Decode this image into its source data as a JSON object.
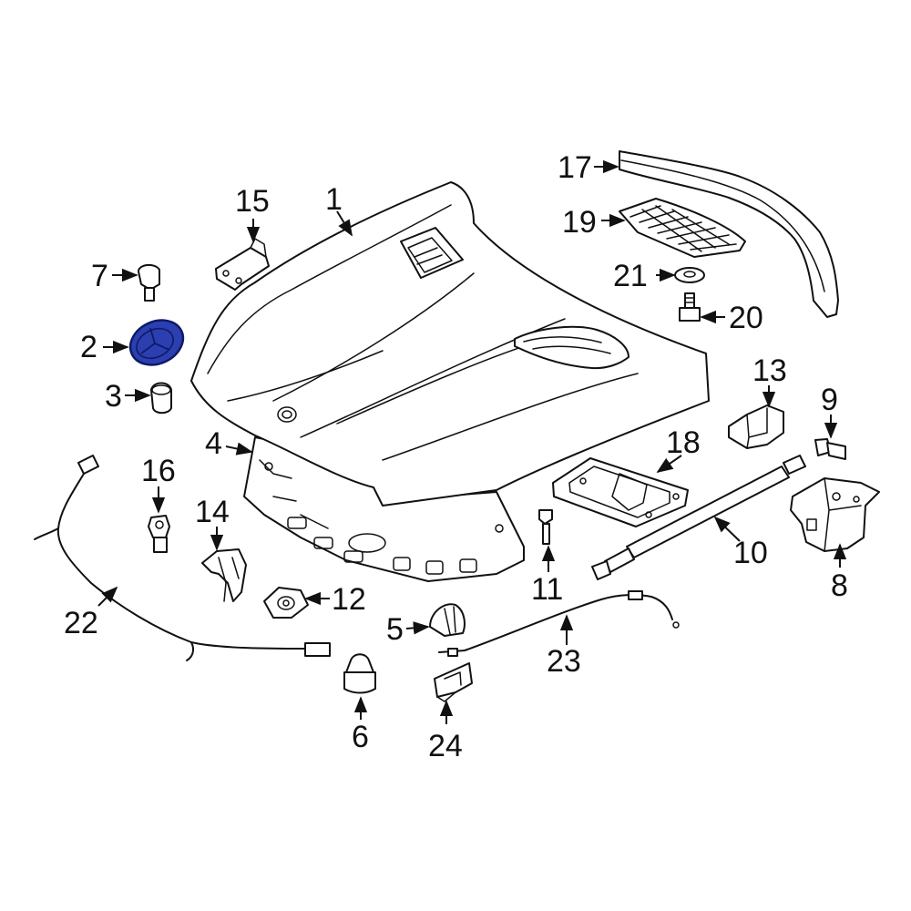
{
  "colors": {
    "line": "#111111",
    "background": "#ffffff",
    "highlight": "#2b3fb0",
    "highlight_stroke": "#0f1a66"
  },
  "highlighted_part": "2",
  "callouts": [
    "1",
    "2",
    "3",
    "4",
    "5",
    "6",
    "7",
    "8",
    "9",
    "10",
    "11",
    "12",
    "13",
    "14",
    "15",
    "16",
    "17",
    "18",
    "19",
    "20",
    "21",
    "22",
    "23",
    "24"
  ]
}
